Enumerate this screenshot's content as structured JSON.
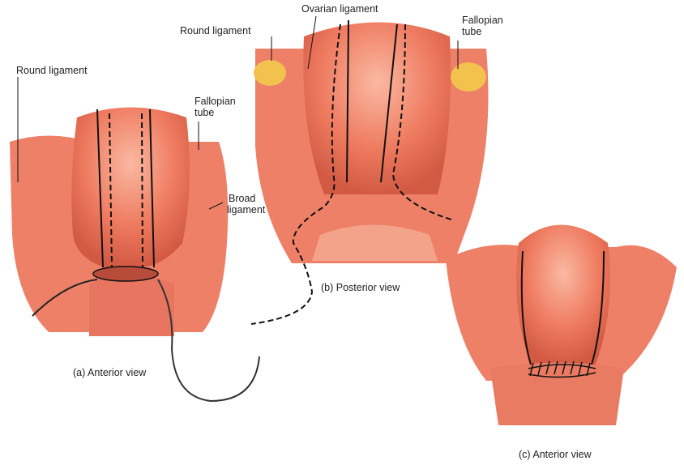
{
  "panel_a": {
    "labels": {
      "round_ligament": "Round ligament",
      "fallopian_tube_1": "Fallopian",
      "fallopian_tube_2": "tube",
      "broad_ligament_1": "Broad",
      "broad_ligament_2": "ligament"
    },
    "caption": "(a)  Anterior view"
  },
  "panel_b": {
    "labels": {
      "round_ligament": "Round ligament",
      "ovarian_ligament": "Ovarian ligament",
      "fallopian_tube_1": "Fallopian",
      "fallopian_tube_2": "tube"
    },
    "caption": "(b)  Posterior view"
  },
  "panel_c": {
    "caption": "(c)  Anterior view"
  },
  "colors": {
    "tissue": "#ee7a5f",
    "tissue_light": "#f6a48c",
    "tissue_dark": "#c9523c",
    "ovary": "#f2c14e",
    "line": "#111111"
  }
}
